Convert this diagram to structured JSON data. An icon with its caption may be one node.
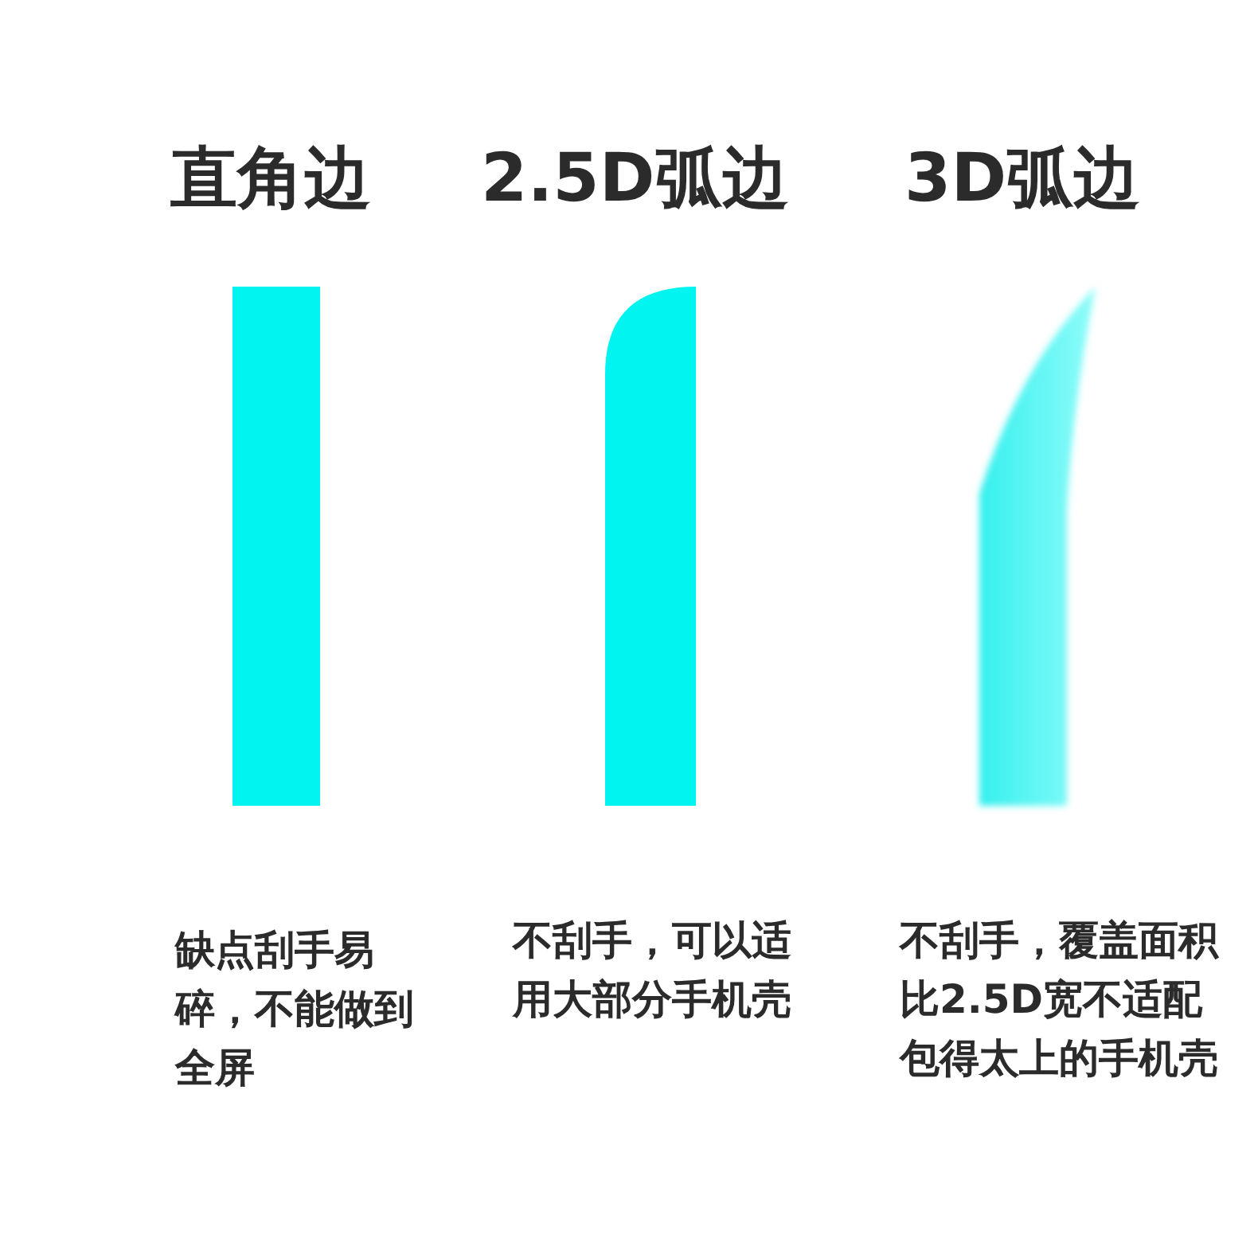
{
  "diagram": {
    "nodes": [
      {
        "text": [],
        "shape": "bar"
      },
      {
        "text": [],
        "shape": "bar"
      },
      {
        "text": [],
        "shape": "bar"
      }
    ],
    "labels": [
      "直角边",
      "2.5D弧边",
      "3D弧边",
      "缺点刮手易碎，不能做到全屏",
      "不刮手，可以适用大部分手机壳",
      "不刮手，覆盖面积比2.5D宽不适配包得太上的手机壳"
    ]
  }
}
